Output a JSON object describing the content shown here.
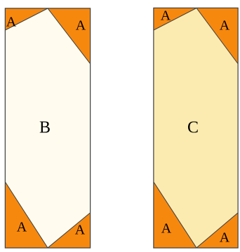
{
  "colors": {
    "corner_fill": "#f7880e",
    "left_panel_fill": "#fffcef",
    "right_panel_fill": "#fcebb0",
    "outline": "#444444"
  },
  "left_panel": {
    "center_label": "B",
    "corner_labels": {
      "top_left": "A",
      "top_right": "A",
      "bottom_left": "A",
      "bottom_right": "A"
    }
  },
  "right_panel": {
    "center_label": "C",
    "corner_labels": {
      "top_left": "A",
      "top_right": "A",
      "bottom_left": "A",
      "bottom_right": "A"
    }
  }
}
